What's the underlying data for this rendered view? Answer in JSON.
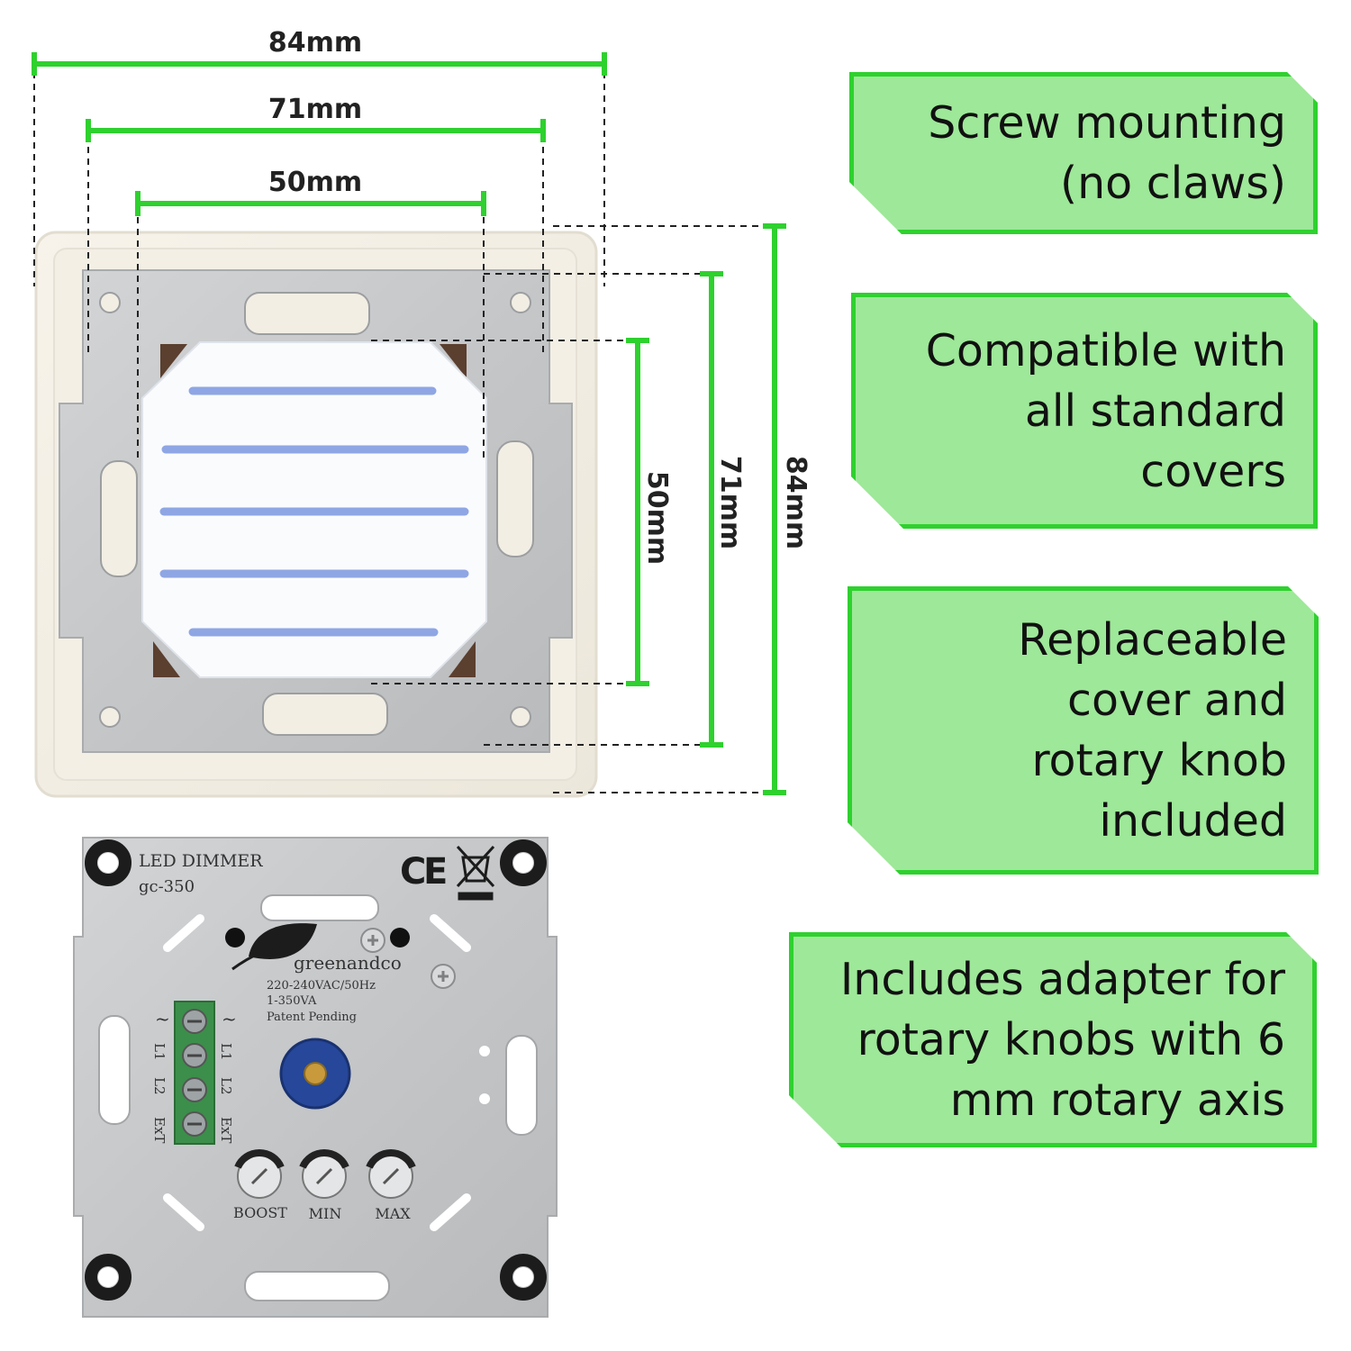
{
  "dimensions": {
    "width_outer": "84mm",
    "width_mid": "71mm",
    "width_inner": "50mm",
    "height_inner": "50mm",
    "height_mid": "71mm",
    "height_outer": "84mm"
  },
  "features": [
    "Screw mounting\n(no claws)",
    "Compatible with\nall standard\ncovers",
    "Replaceable\ncover and\nrotary knob\nincluded",
    "Includes adapter for\nrotary knobs with 6\nmm rotary axis"
  ],
  "product_label": {
    "name": "LED DIMMER",
    "model": "gc-350",
    "brand": "greenandco",
    "rating_voltage": "220-240VAC/50Hz",
    "rating_power": "1-350VA",
    "patent": "Patent Pending",
    "terminals_left": [
      "L1",
      "L2",
      "ExT"
    ],
    "terminals_right": [
      "L1",
      "L2",
      "ExT"
    ],
    "pots": [
      "BOOST",
      "MIN",
      "MAX"
    ]
  },
  "colors": {
    "accent_green": "#2ed12e",
    "callout_fill": "#9ee899"
  }
}
